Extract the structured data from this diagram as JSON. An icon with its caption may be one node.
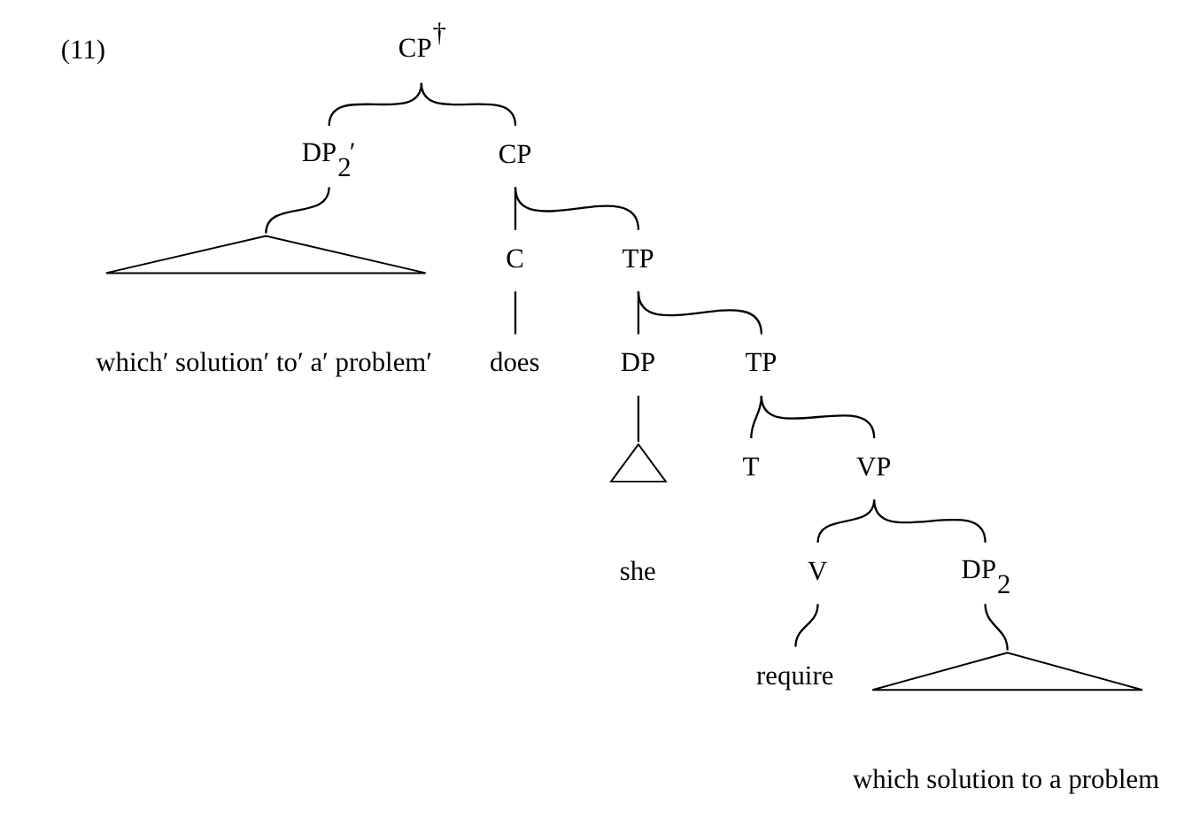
{
  "diagram": {
    "nodes": [
      {
        "text": [
          "CP$^{†}$"
        ]
      },
      {
        "text": [
          "DP$_{2}$′"
        ]
      },
      {
        "text": [
          "CP"
        ]
      },
      {
        "text": [],
        "shape": "triangle"
      },
      {
        "text": [
          "which′ solution′ to′ a′ problem′"
        ]
      },
      {
        "text": [
          "C"
        ]
      },
      {
        "text": [
          "TP"
        ]
      },
      {
        "text": [
          "does"
        ]
      },
      {
        "text": [
          "DP"
        ]
      },
      {
        "text": [
          "TP"
        ]
      },
      {
        "text": [],
        "shape": "triangle"
      },
      {
        "text": [
          "she"
        ]
      },
      {
        "text": [
          "T"
        ]
      },
      {
        "text": [
          "VP"
        ]
      },
      {
        "text": [
          "V"
        ]
      },
      {
        "text": [
          "DP$_{2}$"
        ]
      },
      {
        "text": [
          "require"
        ]
      },
      {
        "text": [],
        "shape": "triangle"
      },
      {
        "text": [
          "which solution to a problem"
        ]
      }
    ],
    "edges": [
      {
        "from": 0,
        "to": 1,
        "arrow": "none"
      },
      {
        "from": 0,
        "to": 2,
        "arrow": "none"
      },
      {
        "from": 1,
        "to": 3,
        "arrow": "none"
      },
      {
        "from": 2,
        "to": 5,
        "arrow": "none"
      },
      {
        "from": 2,
        "to": 6,
        "arrow": "none"
      },
      {
        "from": 5,
        "to": 7,
        "arrow": "none"
      },
      {
        "from": 6,
        "to": 8,
        "arrow": "none"
      },
      {
        "from": 6,
        "to": 9,
        "arrow": "none"
      },
      {
        "from": 8,
        "to": 10,
        "arrow": "none"
      },
      {
        "from": 9,
        "to": 12,
        "arrow": "none"
      },
      {
        "from": 9,
        "to": 13,
        "arrow": "none"
      },
      {
        "from": 13,
        "to": 14,
        "arrow": "none"
      },
      {
        "from": 13,
        "to": 15,
        "arrow": "none"
      },
      {
        "from": 14,
        "to": 16,
        "arrow": "none"
      },
      {
        "from": 15,
        "to": 17,
        "arrow": "none"
      }
    ],
    "labels": [
      "(11)"
    ]
  }
}
